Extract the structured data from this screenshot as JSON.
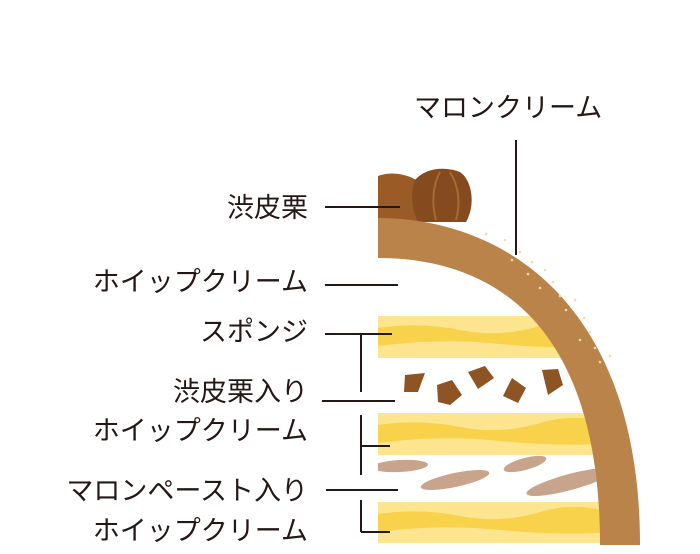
{
  "labels": {
    "marron_cream": "マロンクリーム",
    "shibukawa_kuri": "渋皮栗",
    "whipped_cream_top": "ホイップクリーム",
    "sponge": "スポンジ",
    "with_shibukawa_kuri": "渋皮栗入り",
    "whipped_cream_1": "ホイップクリーム",
    "with_marron_paste": "マロンペースト入り",
    "whipped_cream_2": "ホイップクリーム"
  },
  "colors": {
    "marron": "#B9834A",
    "chestnut": "#8E5424",
    "sponge_light": "#FCE58E",
    "sponge_dark": "#F8D24A",
    "paste": "#C9A48C",
    "line": "#231815"
  }
}
